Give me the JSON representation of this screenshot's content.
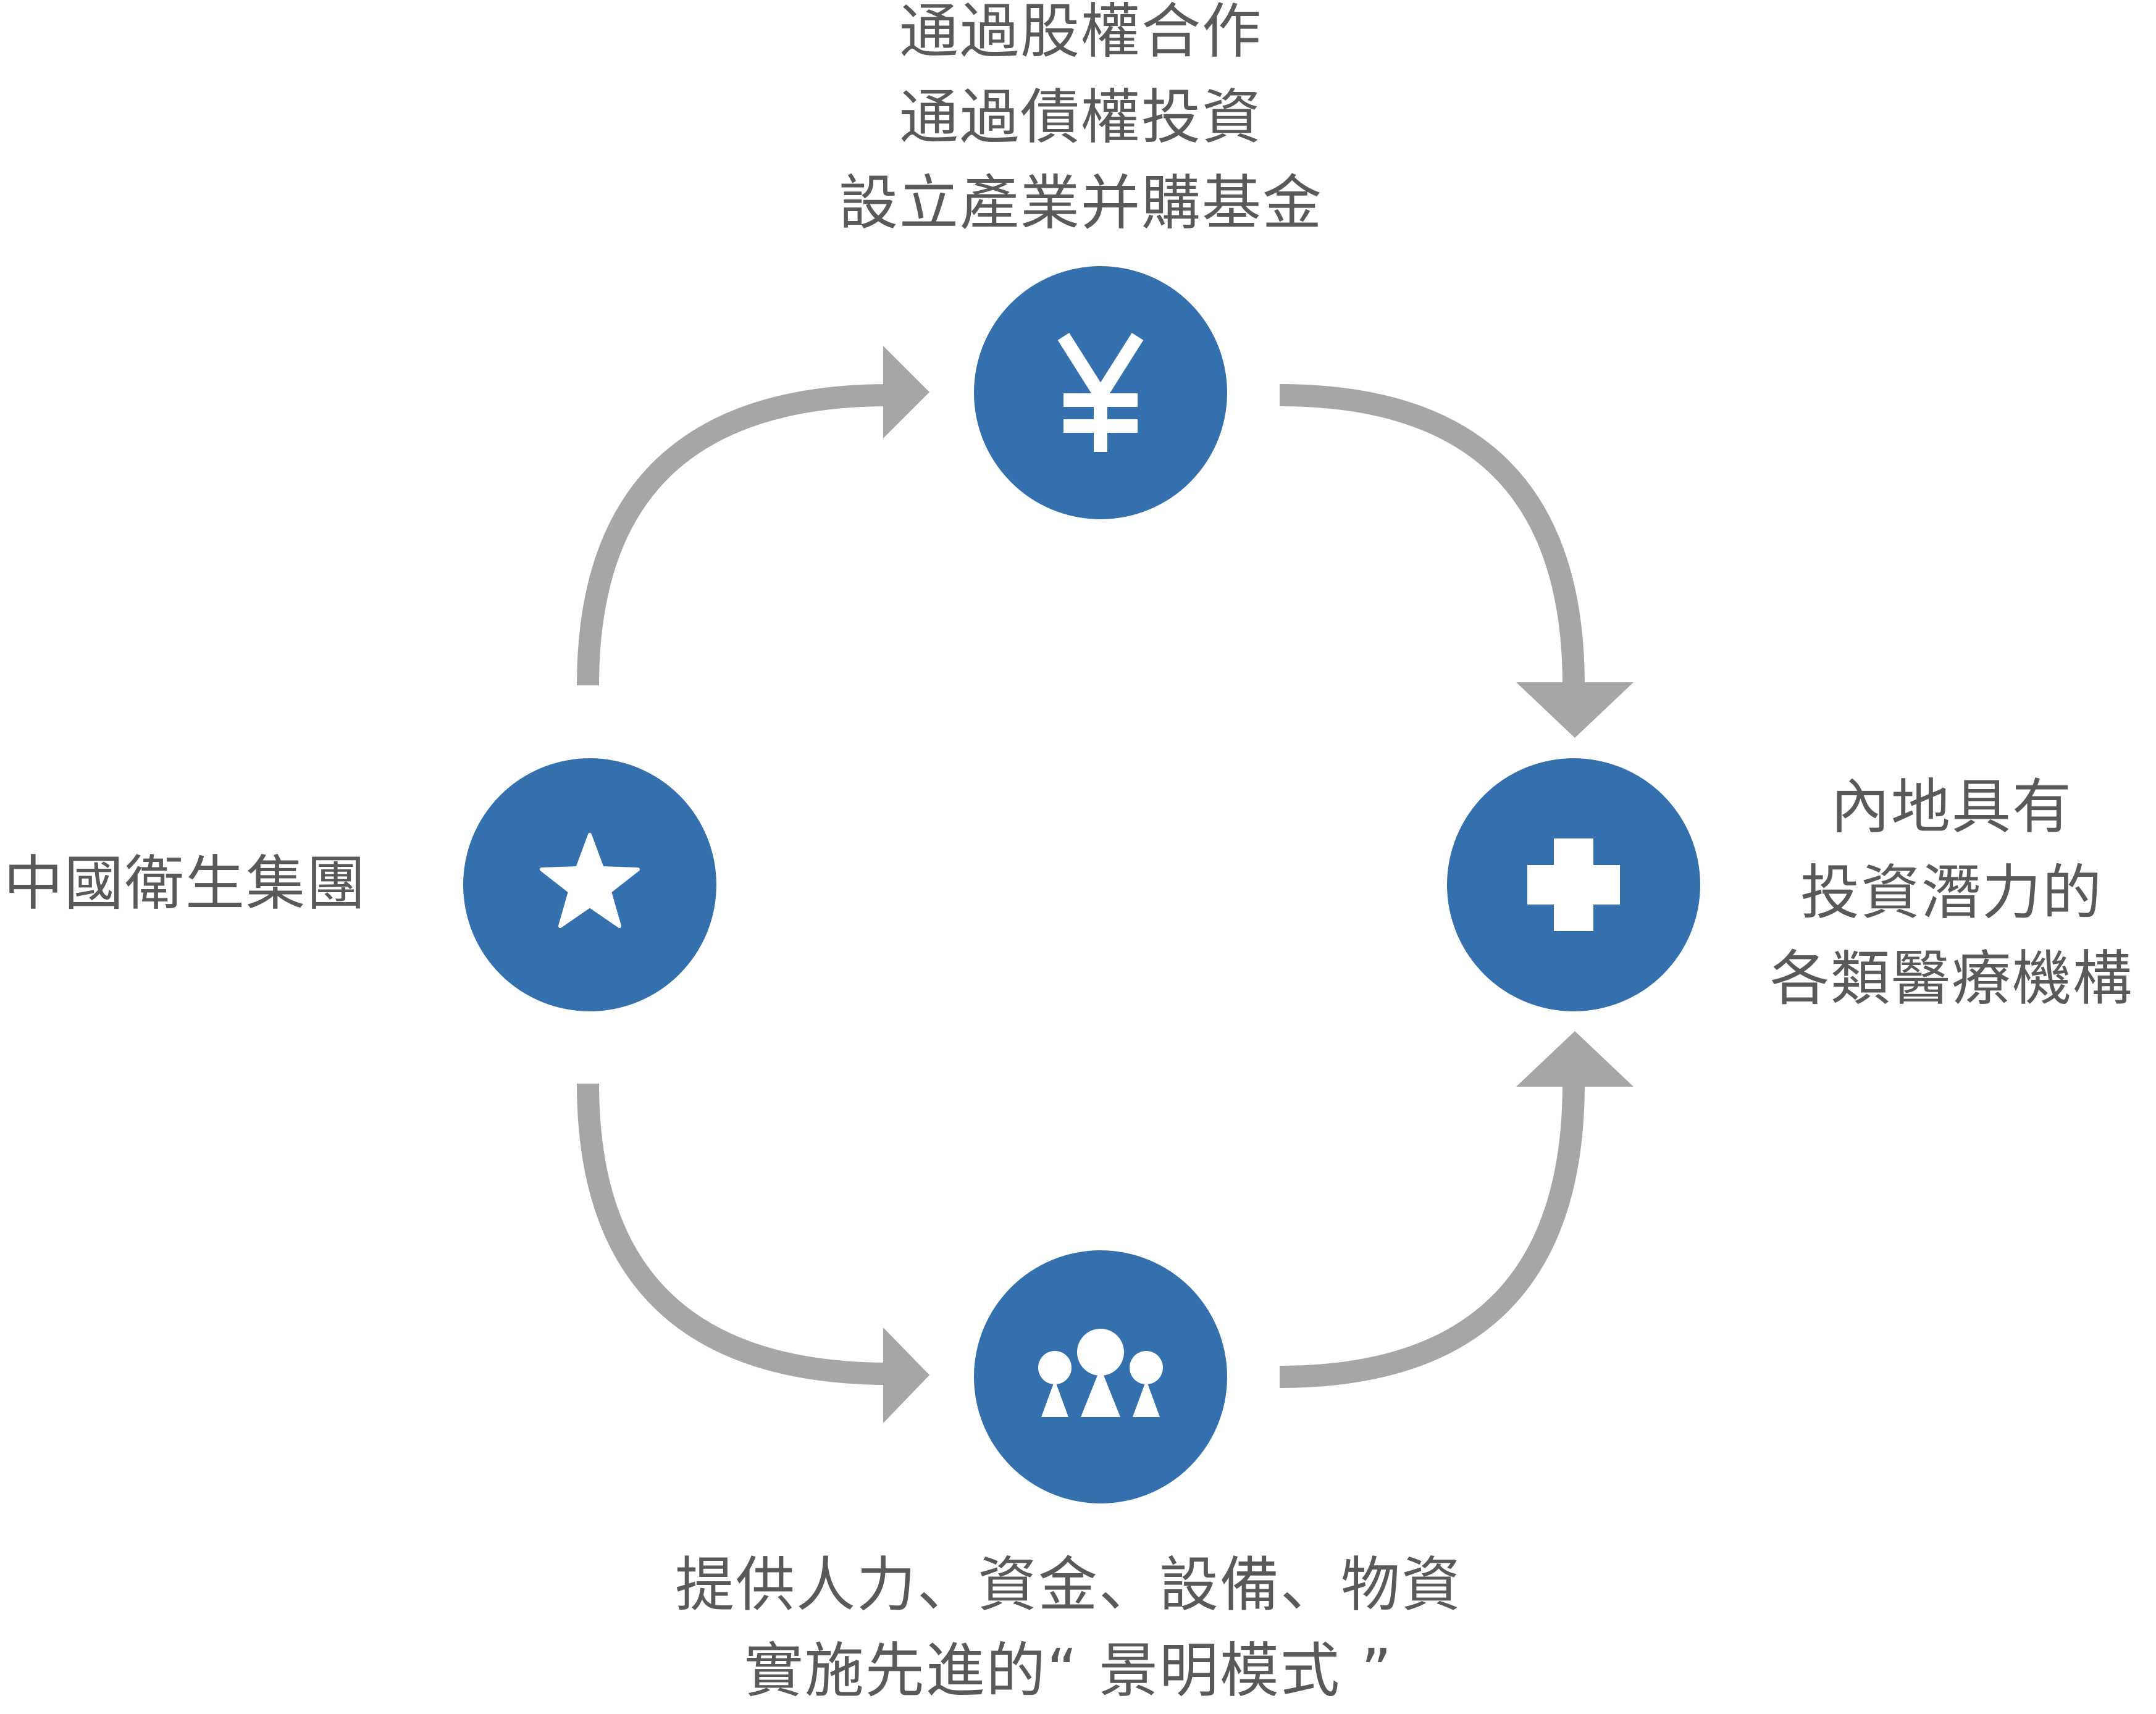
{
  "diagram": {
    "colors": {
      "node_fill": "#3470ae",
      "arrow": "#a6a6a6",
      "icon": "#ffffff",
      "text": "#595959"
    },
    "nodes": {
      "top": {
        "icon": "yen-icon",
        "lines": [
          "通過股權合作",
          "通過債權投資",
          "設立產業并購基金"
        ]
      },
      "left": {
        "icon": "star-icon",
        "lines": [
          "中國衛生集團"
        ]
      },
      "right": {
        "icon": "medical-cross-icon",
        "lines": [
          "內地具有",
          "投資潛力的",
          "各類醫療機構"
        ]
      },
      "bottom": {
        "icon": "people-icon",
        "lines": [
          "提供人力、資金、設備、物資",
          "實施先進的“ 景明模式 ”"
        ]
      }
    }
  }
}
